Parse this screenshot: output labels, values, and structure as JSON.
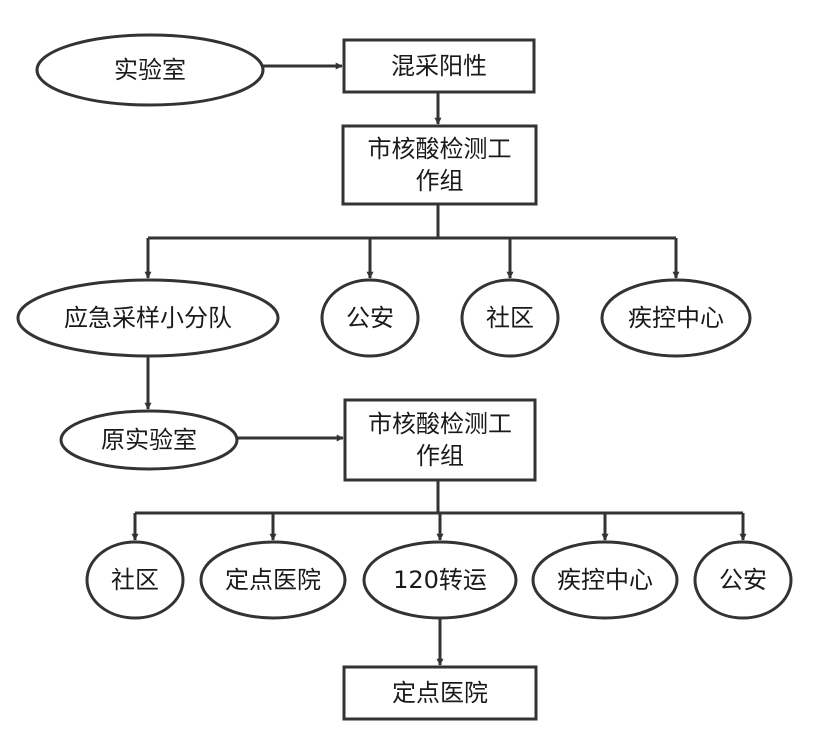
{
  "nodes": {
    "lab": "实验室",
    "mixed_positive": "混采阳性",
    "city_group_1": "市核酸检测工\n作组",
    "emergency_team": "应急采样小分队",
    "police_1": "公安",
    "community_1": "社区",
    "cdc_1": "疾控中心",
    "original_lab": "原实验室",
    "city_group_2": "市核酸检测工\n作组",
    "community_2": "社区",
    "designated_hospital_1": "定点医院",
    "transfer_120": "120转运",
    "cdc_2": "疾控中心",
    "police_2": "公安",
    "designated_hospital_2": "定点医院"
  },
  "colors": {
    "stroke": "#333333",
    "text": "#1a1a1a"
  }
}
